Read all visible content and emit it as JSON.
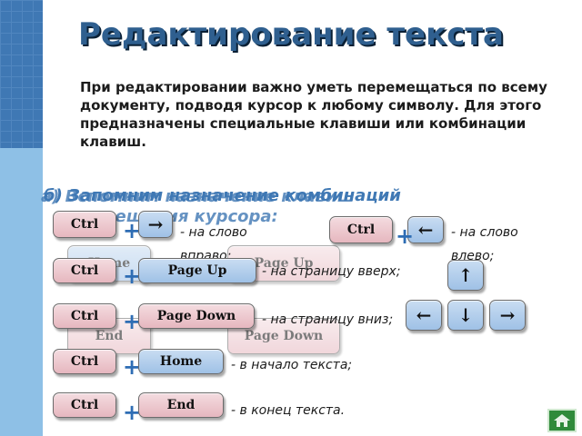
{
  "slide": {
    "title": "Редактирование текста",
    "intro": "При редактировании важно уметь перемещаться по всему документу, подводя курсор к любому символу. Для этого предназначены специальные клавиши или комбинации клавиш.",
    "heading_back": "а) Вспомним назначение клавиш",
    "heading_back_2": "перемещения курсора:",
    "heading_front": "б) Запомним назначение комбинаций"
  },
  "keys": {
    "ctrl": "Ctrl",
    "home": "Home",
    "end": "End",
    "page_up": "Page Up",
    "page_down": "Page Down",
    "arrow_right": "→",
    "arrow_left": "←",
    "arrow_up": "↑",
    "arrow_down": "↓",
    "plus": "+"
  },
  "descriptions": {
    "word_right": "- на слово вправо;",
    "word_left": "- на слово влево;",
    "page_up": "- на страницу вверх;",
    "page_down": "- на страницу вниз;",
    "doc_start": "- в начало текста;",
    "doc_end": "- в конец текста."
  },
  "colors": {
    "accent_blue": "#3f78b4",
    "light_blue": "#8ec0e6",
    "key_pink": "#e6b7bf",
    "key_blue": "#9fc1e6",
    "plus_blue": "#2e6db4",
    "nav_green": "#2f8a3a"
  },
  "icons": {
    "nav": "home-icon"
  }
}
